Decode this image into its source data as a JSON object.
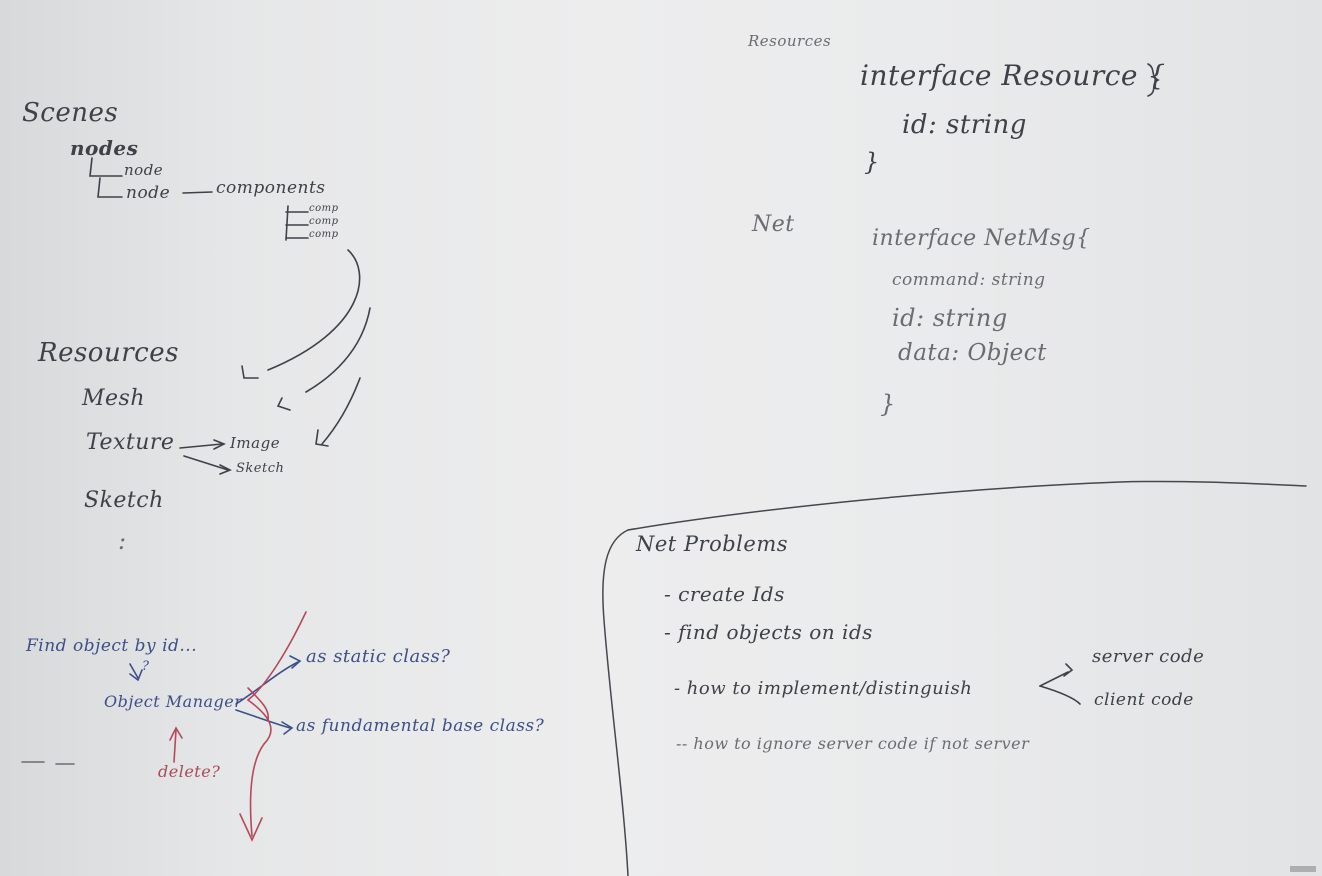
{
  "board": {
    "left": {
      "scenes_heading": "Scenes",
      "nodes_label": "nodes",
      "node_1": "node",
      "node_2": "node",
      "components_label": "components",
      "comp_items": [
        "comp",
        "comp",
        "comp"
      ],
      "resources_heading": "Resources",
      "mesh": "Mesh",
      "texture": "Texture",
      "image": "Image",
      "sketch_small": "Sketch",
      "sketch": "Sketch",
      "ellipsis": ":"
    },
    "object_notes": {
      "find_by_id": "Find object by id...",
      "question": "?",
      "object_manager": "Object Manager",
      "delete": "delete?",
      "as_static": "as static class?",
      "as_fundamental": "as fundamental base class?"
    },
    "right": {
      "resources_title": "Resources",
      "resource_interface": "interface Resource {",
      "resource_id": "id: string",
      "resource_close": "}",
      "net_title": "Net",
      "netmsg_interface": "interface NetMsg{",
      "netmsg_command": "command: string",
      "netmsg_id": "id: string",
      "netmsg_data": "data: Object",
      "netmsg_close": "}"
    },
    "net_problems": {
      "title": "Net Problems",
      "items": [
        "- create Ids",
        "- find objects on ids",
        "- how to implement/distinguish",
        "-- how to ignore server code if not server"
      ],
      "server_code": "server code",
      "client_code": "client code"
    }
  }
}
